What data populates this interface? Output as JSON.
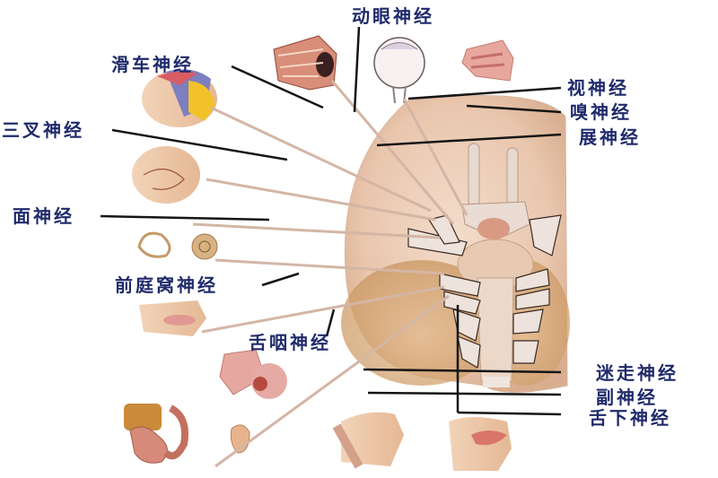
{
  "diagram": {
    "subject": "12对脑神经 (cranial nerves)",
    "text_color": "#1f2a6b",
    "labels": {
      "oculomotor": "动眼神经",
      "trochlear": "滑车神经",
      "trigeminal": "三叉神经",
      "optic": "视神经",
      "olfactory": "嗅神经",
      "abducens": "展神经",
      "facial": "面神经",
      "vestibulocochlear": "前庭窝神经",
      "glossopharyngeal": "舌咽神经",
      "vagus": "迷走神经",
      "accessory": "副神经",
      "hypoglossal": "舌下神经"
    },
    "illustrations": [
      "brain-base",
      "eye-muscles",
      "eyeball",
      "nose",
      "head-scalp-dermatomes",
      "face-nerves",
      "inner-ear-cochlea",
      "mouth-tongue",
      "thoracic-organs",
      "abdominal-organs",
      "ear",
      "neck-shoulder",
      "jaw-tongue"
    ]
  }
}
